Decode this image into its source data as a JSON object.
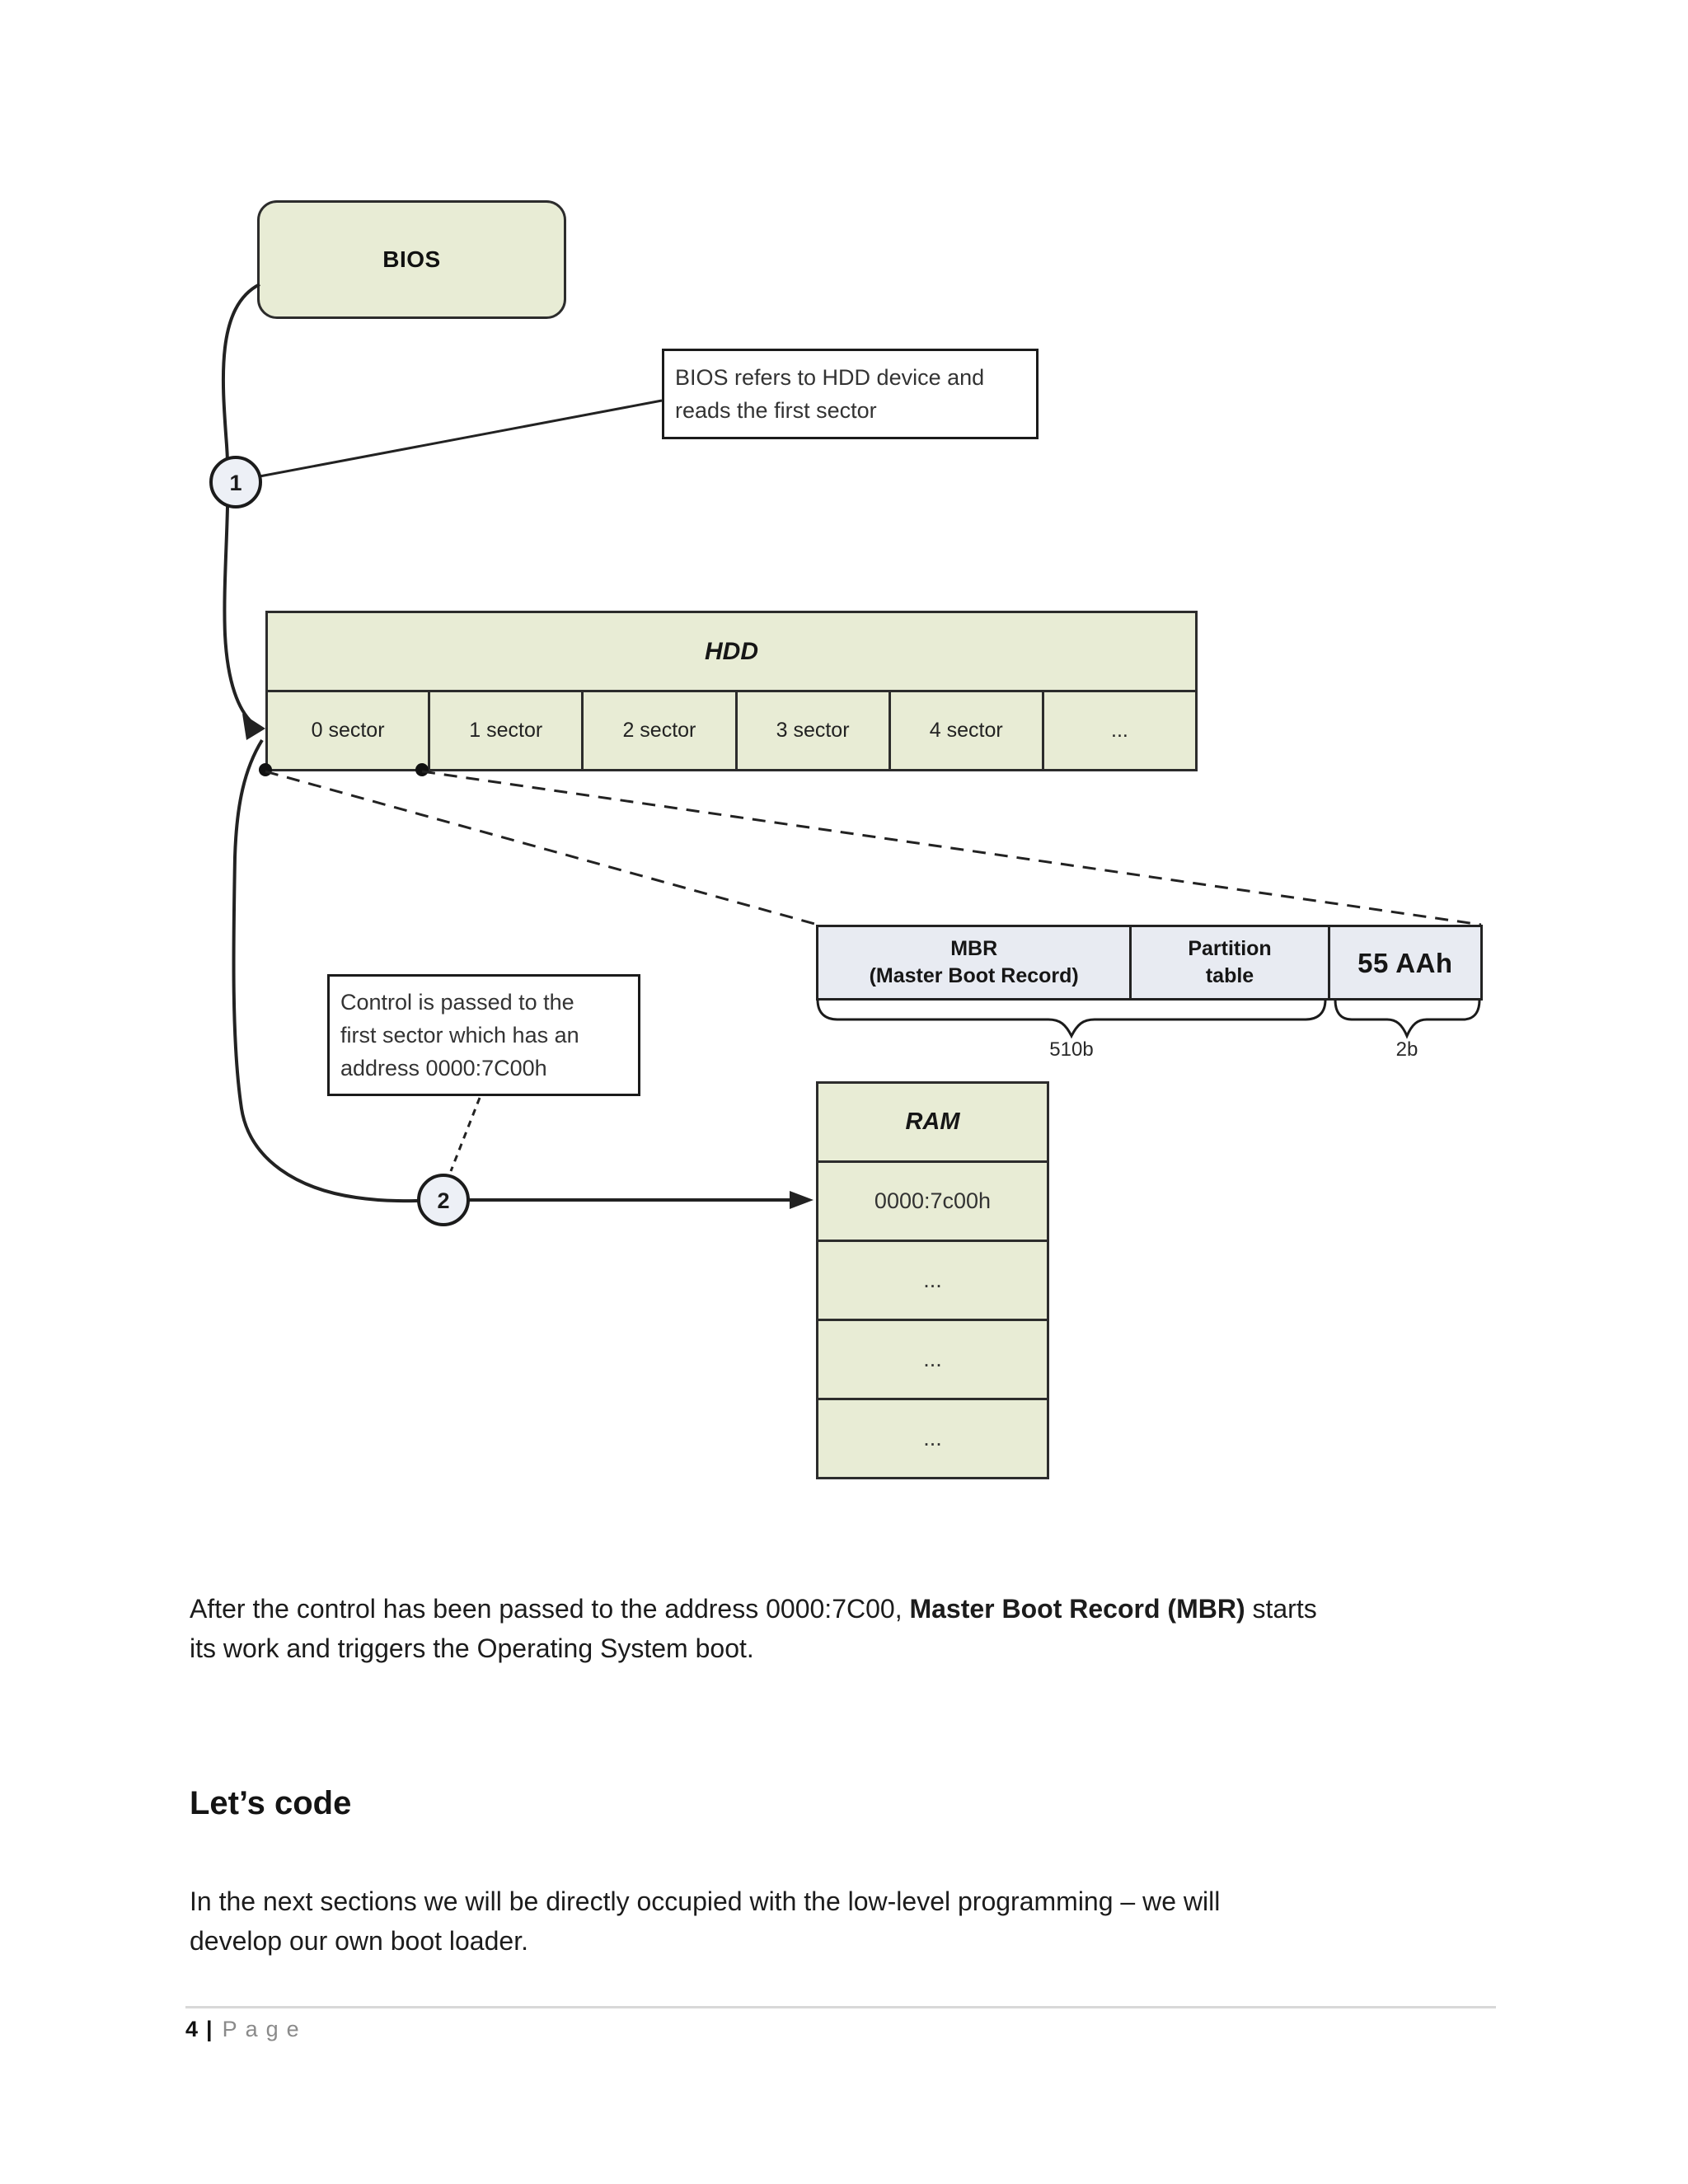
{
  "diagram": {
    "bios": {
      "label": "BIOS"
    },
    "step1": {
      "number": "1",
      "callout": {
        "line1": "BIOS refers to HDD device and",
        "line2": "reads the first sector"
      }
    },
    "hdd": {
      "title": "HDD",
      "sectors": [
        "0 sector",
        "1 sector",
        "2 sector",
        "3 sector",
        "4 sector",
        "..."
      ]
    },
    "mbr": {
      "cell_mbr": {
        "line1": "MBR",
        "line2": "(Master Boot Record)"
      },
      "cell_partition": {
        "line1": "Partition",
        "line2": "table"
      },
      "cell_signature": "55 AAh",
      "size_mbr_partition": "510b",
      "size_signature": "2b"
    },
    "step2": {
      "number": "2",
      "callout": {
        "line1": "Control is passed to the",
        "line2": "first sector which has an",
        "line3": "address 0000:7C00h"
      }
    },
    "ram": {
      "title": "RAM",
      "rows": [
        "0000:7c00h",
        "...",
        "...",
        "..."
      ]
    }
  },
  "content": {
    "paragraph1": {
      "pre": "After the control has been passed to the address 0000:7C00, ",
      "bold": "Master Boot Record (MBR)",
      "post": " starts",
      "line2": "its work and triggers the Operating System boot."
    },
    "heading": "Let’s code",
    "paragraph2": {
      "line1": "In the next sections we will be directly occupied with the low-level programming – we will",
      "line2": "develop our own boot loader."
    }
  },
  "footer": {
    "page_number": "4",
    "separator": "|",
    "label": "Page"
  },
  "colors": {
    "box_green": "#e8ecd5",
    "box_blue": "#e8ebf2",
    "circle_fill": "#edf0f6",
    "line_dark": "#222222",
    "footer_rule": "#d8d8d8",
    "footer_gray": "#8a8a8a"
  }
}
